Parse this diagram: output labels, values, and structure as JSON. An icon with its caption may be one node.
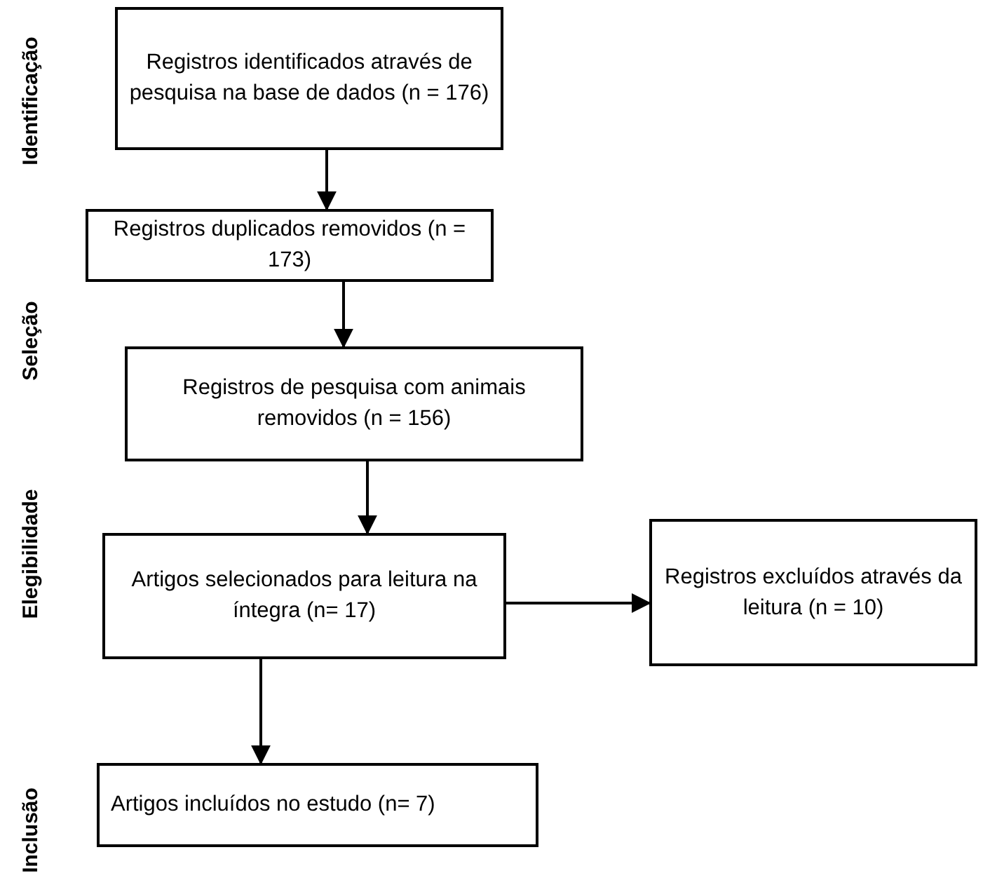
{
  "diagram": {
    "nodes": [
      {
        "text": [
          "Registros identificados através de pesquisa na base de dados (n = 176)"
        ]
      },
      {
        "text": [
          "Registros duplicados removidos (n = 173)"
        ]
      },
      {
        "text": [
          "Registros de pesquisa com animais removidos (n = 156)"
        ]
      },
      {
        "text": [
          "Artigos selecionados para leitura na íntegra (n= 17)"
        ]
      },
      {
        "text": [
          "Registros excluídos através da leitura (n = 10)"
        ]
      },
      {
        "text": [
          "Artigos incluídos no estudo (n= 7)"
        ]
      }
    ],
    "edges": [
      {
        "from": 0,
        "to": 1,
        "arrow": "to"
      },
      {
        "from": 1,
        "to": 2,
        "arrow": "to"
      },
      {
        "from": 2,
        "to": 3,
        "arrow": "to"
      },
      {
        "from": 3,
        "to": 4,
        "arrow": "to"
      },
      {
        "from": 3,
        "to": 5,
        "arrow": "to"
      }
    ],
    "labels": [
      "Identificação",
      "Seleção",
      "Elegibilidade",
      "Inclusão"
    ]
  }
}
